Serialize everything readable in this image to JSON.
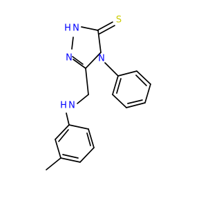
{
  "molecule": {
    "atoms": {
      "n1h": {
        "label": "H",
        "element": "N",
        "charge_text": "",
        "display": "HN",
        "color": "#0000ff"
      },
      "n2": {
        "label": "N",
        "element": "N",
        "color": "#0000ff"
      },
      "n4": {
        "label": "N",
        "element": "N",
        "color": "#0000ff"
      },
      "s": {
        "label": "S",
        "element": "S",
        "color": "#cccc00"
      },
      "nh_linker": {
        "label": "H",
        "element": "N",
        "display": "NH",
        "color": "#0000ff"
      }
    },
    "labels": {
      "triazole_nh": "H",
      "triazole_nh_n": "N",
      "triazole_n": "N",
      "triazole_n4": "N",
      "thione_s": "S",
      "amine_n": "N",
      "amine_h": "H"
    },
    "colors": {
      "bond": "#000000",
      "nitrogen": "#0000ff",
      "sulfur": "#cccc00",
      "background": "#ffffff"
    }
  }
}
